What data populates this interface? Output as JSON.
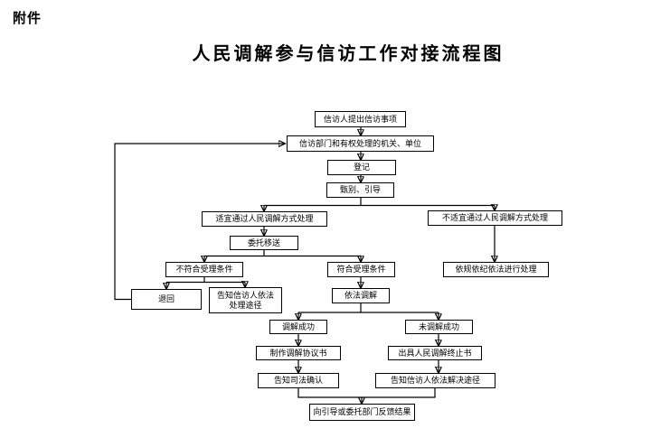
{
  "page": {
    "attachment_label": "附件",
    "title": "人民调解参与信访工作对接流程图"
  },
  "colors": {
    "background": "#ffffff",
    "box_border": "#000000",
    "line": "#000000",
    "text": "#000000"
  },
  "nodes": [
    {
      "id": "petition-matter",
      "label": "信访人提出信访事项"
    },
    {
      "id": "petition-dept",
      "label": "信访部门和有权处理的机关、单位"
    },
    {
      "id": "register",
      "label": "登记"
    },
    {
      "id": "screen-guide",
      "label": "甄别、引导"
    },
    {
      "id": "suitable-mediation",
      "label": "适宜通过人民调解方式处理"
    },
    {
      "id": "entrust-transfer",
      "label": "委托移送"
    },
    {
      "id": "not-meet-conditions",
      "label": "不符合受理条件"
    },
    {
      "id": "meet-conditions",
      "label": "符合受理条件"
    },
    {
      "id": "not-suitable",
      "label": "不适宜通过人民调解方式处理"
    },
    {
      "id": "handle-by-law",
      "label": "依规依纪依法进行处理"
    },
    {
      "id": "return-back",
      "label": "退回"
    },
    {
      "id": "inform-legal-channel",
      "label": "告知信访人依法",
      "label2": "处理途径"
    },
    {
      "id": "mediate-by-law",
      "label": "依法调解"
    },
    {
      "id": "mediation-success",
      "label": "调解成功"
    },
    {
      "id": "mediation-fail",
      "label": "未调解成功"
    },
    {
      "id": "make-agreement",
      "label": "制作调解协议书"
    },
    {
      "id": "issue-termination",
      "label": "出具人民调解终止书"
    },
    {
      "id": "judicial-confirm",
      "label": "告知司法确认"
    },
    {
      "id": "legal-resolution",
      "label": "告知信访人依法解决途径"
    },
    {
      "id": "feedback-result",
      "label": "向引导或委托部门反馈结果"
    }
  ],
  "edges": [
    {
      "from": "petition-matter",
      "to": "petition-dept"
    },
    {
      "from": "petition-dept",
      "to": "register"
    },
    {
      "from": "register",
      "to": "screen-guide"
    },
    {
      "from": "screen-guide",
      "to": "suitable-mediation"
    },
    {
      "from": "screen-guide",
      "to": "not-suitable"
    },
    {
      "from": "suitable-mediation",
      "to": "entrust-transfer"
    },
    {
      "from": "entrust-transfer",
      "to": "not-meet-conditions"
    },
    {
      "from": "entrust-transfer",
      "to": "meet-conditions"
    },
    {
      "from": "not-suitable",
      "to": "handle-by-law"
    },
    {
      "from": "not-meet-conditions",
      "to": "return-back"
    },
    {
      "from": "not-meet-conditions",
      "to": "inform-legal-channel"
    },
    {
      "from": "return-back",
      "to": "petition-dept"
    },
    {
      "from": "meet-conditions",
      "to": "mediate-by-law"
    },
    {
      "from": "mediate-by-law",
      "to": "mediation-success"
    },
    {
      "from": "mediate-by-law",
      "to": "mediation-fail"
    },
    {
      "from": "mediation-success",
      "to": "make-agreement"
    },
    {
      "from": "mediation-fail",
      "to": "issue-termination"
    },
    {
      "from": "make-agreement",
      "to": "judicial-confirm"
    },
    {
      "from": "issue-termination",
      "to": "legal-resolution"
    },
    {
      "from": "judicial-confirm",
      "to": "feedback-result"
    },
    {
      "from": "legal-resolution",
      "to": "feedback-result"
    }
  ]
}
